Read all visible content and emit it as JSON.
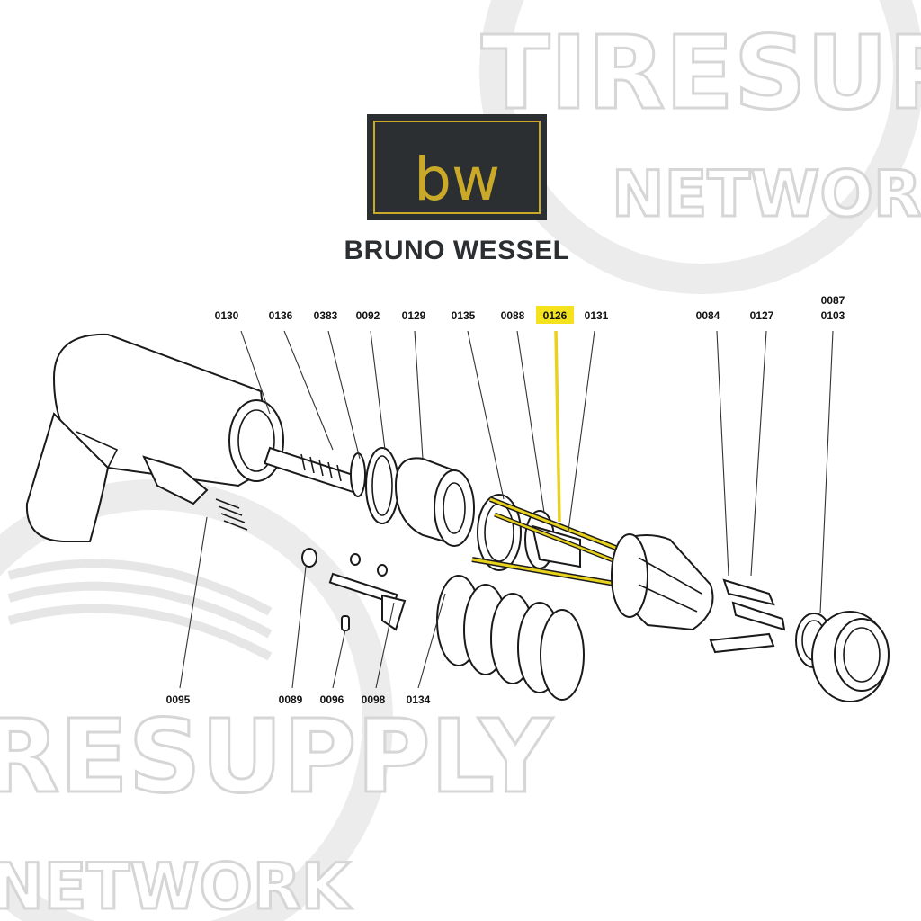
{
  "brand": {
    "logo_mark": "bw",
    "name": "BRUNO WESSEL",
    "colors": {
      "logo_bg": "#2b2f32",
      "logo_gold": "#c9a927",
      "highlight": "#f3e21c"
    }
  },
  "watermark": {
    "lines": [
      "TIRESUPPLY",
      "NETWORK",
      "RESUPPLY",
      "NETWORK"
    ]
  },
  "highlighted_part": "0126",
  "callouts_top": [
    "0130",
    "0136",
    "0383",
    "0092",
    "0129",
    "0135",
    "0088",
    "0126",
    "0131",
    "0084",
    "0127"
  ],
  "callout_stack": [
    "0087",
    "0103"
  ],
  "callouts_bottom": [
    "0095",
    "0089",
    "0096",
    "0098",
    "0134"
  ]
}
